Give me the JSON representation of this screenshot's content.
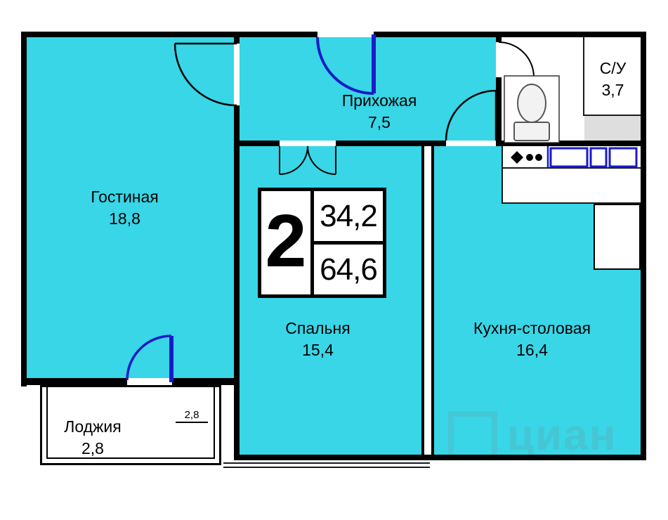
{
  "rooms": [
    {
      "name": "Гостиная",
      "area": "18,8"
    },
    {
      "name": "Прихожая",
      "area": "7,5"
    },
    {
      "name": "С/У",
      "area": "3,7"
    },
    {
      "name": "Спальня",
      "area": "15,4"
    },
    {
      "name": "Кухня-столовая",
      "area": "16,4"
    },
    {
      "name": "Лоджия",
      "area": "2,8"
    }
  ],
  "badge": {
    "rooms_count": "2",
    "upper_area": "34,2",
    "lower_area": "64,6"
  },
  "dimension_label": "2,8",
  "watermark": "циан",
  "colors": {
    "room_fill": "#38d6e6",
    "wall": "#000000",
    "door_accent": "#1b1bc8"
  }
}
